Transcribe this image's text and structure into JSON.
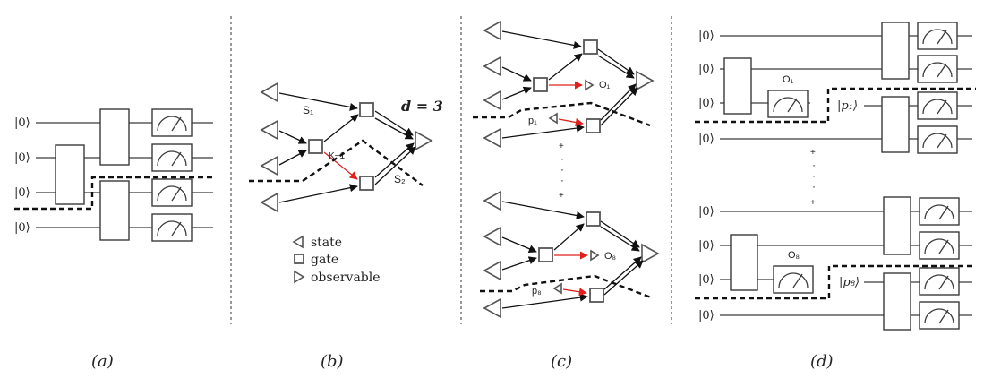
{
  "ket0": "|0⟩",
  "panel_a": {
    "caption": "(a)"
  },
  "panel_b": {
    "caption": "(b)",
    "depth_label": "d = 3",
    "s1": "S₁",
    "s2": "S₂",
    "k_label": "K−1",
    "legend": {
      "state": "state",
      "gate": "gate",
      "observable": "observable"
    }
  },
  "panel_c": {
    "caption": "(c)",
    "o1": "O₁",
    "p1": "p₁",
    "o8": "O₈",
    "p8": "p₈",
    "plus": "+",
    "dot": "·"
  },
  "panel_d": {
    "caption": "(d)",
    "o1": "O₁",
    "p1_ket": "|p₁⟩",
    "o8": "O₈",
    "p8_ket": "|p₈⟩",
    "plus": "+",
    "dot": "·"
  },
  "colors": {
    "red_arrow": "#e0201b",
    "ink": "#111111"
  }
}
